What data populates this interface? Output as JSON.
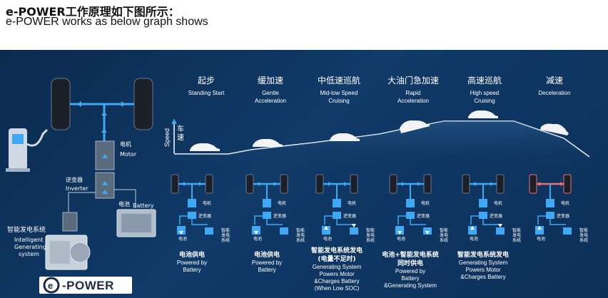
{
  "header": {
    "title_zh": "e-POWER工作原理如下图所示：",
    "title_en": "e-POWER works as below graph shows"
  },
  "left_diagram": {
    "motor_zh": "电机",
    "motor_en": "Motor",
    "inverter_zh": "逆变器",
    "inverter_en": "Inverter",
    "battery_zh": "电池",
    "battery_en": "Battery",
    "gen_zh": "智能发电系统",
    "gen_en_1": "Intelligent",
    "gen_en_2": "Generating",
    "gen_en_3": "system"
  },
  "speed_axis": {
    "en": "Speed",
    "zh": "车速"
  },
  "stages": [
    {
      "zh": "起步",
      "en1": "Standing Start",
      "en2": ""
    },
    {
      "zh": "缓加速",
      "en1": "Gentle",
      "en2": "Acceleration"
    },
    {
      "zh": "中低速巡航",
      "en1": "Mid-low Speed",
      "en2": "Cruising"
    },
    {
      "zh": "大油门急加速",
      "en1": "Rapid",
      "en2": "Acceleration"
    },
    {
      "zh": "高速巡航",
      "en1": "High speed",
      "en2": "Cruising"
    },
    {
      "zh": "减速",
      "en1": "Deceleration",
      "en2": ""
    }
  ],
  "mini_labels": {
    "motor": "电机",
    "inverter": "逆变器",
    "battery": "电池",
    "gen1": "智能",
    "gen2": "发电",
    "gen3": "系统"
  },
  "captions": [
    {
      "zh": "电池供电",
      "lines": [
        "Powered by",
        "Battery"
      ]
    },
    {
      "zh": "电池供电",
      "lines": [
        "Powered by",
        "Battery"
      ]
    },
    {
      "zh": "智能发电系统发电",
      "zh2": "(电量不足时)",
      "lines": [
        "Generating System",
        "Powers Motor",
        "&Charges Battery",
        "(When Low SOC)"
      ]
    },
    {
      "zh": "电池+智能发电系统",
      "zh2": "同时供电",
      "lines": [
        "Powered by",
        "Battery",
        "&Generating System"
      ]
    },
    {
      "zh": "智能发电系统发电",
      "lines": [
        "Generating System",
        "Powers Motor",
        "&Charges Battery"
      ]
    },
    {
      "zh": "",
      "lines": []
    }
  ],
  "logo": {
    "text": "-POWER",
    "mark": "e"
  },
  "colors": {
    "accent": "#3fa9f5",
    "panel": "#0f3763",
    "decel": "#f07070"
  }
}
